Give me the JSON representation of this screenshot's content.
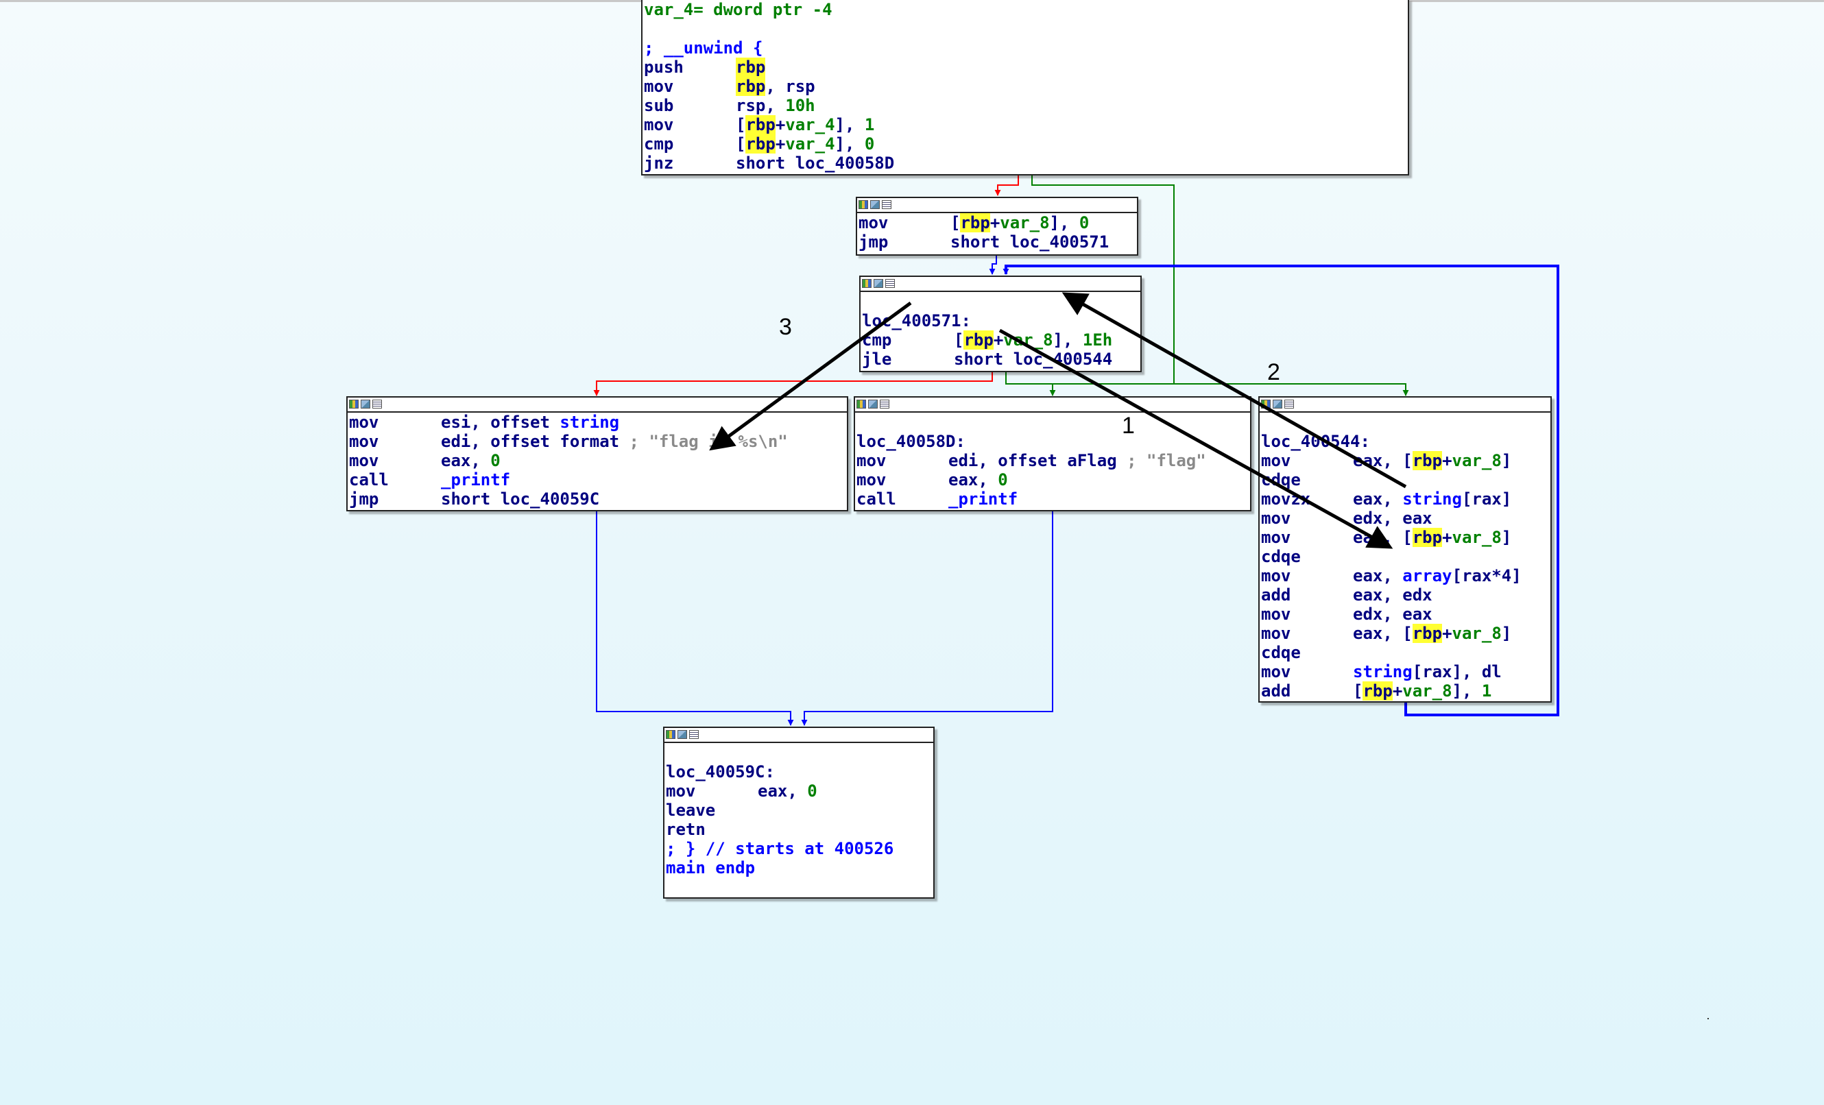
{
  "nodes": {
    "top": {
      "var_decl": "var_4= dword ptr -4",
      "unwind": "; __unwind {",
      "ins": [
        [
          "push",
          "rbp"
        ],
        [
          "mov",
          "rbp, rsp"
        ],
        [
          "sub",
          "rsp, 10h"
        ],
        [
          "mov",
          "[rbp+var_4], 1"
        ],
        [
          "cmp",
          "[rbp+var_4], 0"
        ],
        [
          "jnz",
          "short loc_40058D"
        ]
      ]
    },
    "init": {
      "ins": [
        [
          "mov",
          "[rbp+var_8], 0"
        ],
        [
          "jmp",
          "short loc_400571"
        ]
      ]
    },
    "loop": {
      "label": "loc_400571:",
      "ins": [
        [
          "cmp",
          "[rbp+var_8], 1Eh"
        ],
        [
          "jle",
          "short loc_400544"
        ]
      ]
    },
    "print_string": {
      "ins": [
        [
          "mov",
          "esi, offset string"
        ],
        [
          "mov",
          "edi, offset format"
        ],
        [
          "mov",
          "eax, 0"
        ],
        [
          "call",
          "_printf"
        ],
        [
          "jmp",
          "short loc_40059C"
        ]
      ],
      "comment": "; \"flag is %s\\n\""
    },
    "print_flag": {
      "label": "loc_40058D:",
      "ins": [
        [
          "mov",
          "edi, offset aFlag"
        ],
        [
          "mov",
          "eax, 0"
        ],
        [
          "call",
          "_printf"
        ]
      ],
      "comment": "; \"flag\""
    },
    "body": {
      "label": "loc_400544:",
      "ins": [
        [
          "mov",
          "eax, [rbp+var_8]"
        ],
        [
          "cdqe",
          ""
        ],
        [
          "movzx",
          "eax, string[rax]"
        ],
        [
          "mov",
          "edx, eax"
        ],
        [
          "mov",
          "eax, [rbp+var_8]"
        ],
        [
          "cdqe",
          ""
        ],
        [
          "mov",
          "eax, array[rax*4]"
        ],
        [
          "add",
          "eax, edx"
        ],
        [
          "mov",
          "edx, eax"
        ],
        [
          "mov",
          "eax, [rbp+var_8]"
        ],
        [
          "cdqe",
          ""
        ],
        [
          "mov",
          "string[rax], dl"
        ],
        [
          "add",
          "[rbp+var_8], 1"
        ]
      ]
    },
    "exit": {
      "label": "loc_40059C:",
      "ins": [
        [
          "mov",
          "eax, 0"
        ],
        [
          "leave",
          ""
        ],
        [
          "retn",
          ""
        ]
      ],
      "tail1": "; } // starts at 400526",
      "tail2": "main endp"
    }
  },
  "annotations": {
    "n1": "1",
    "n2": "2",
    "n3": "3"
  },
  "colors": {
    "edge_true": "#008000",
    "edge_false": "#ff0000",
    "edge_jump": "#0000ff",
    "highlight": "#ffff33"
  }
}
